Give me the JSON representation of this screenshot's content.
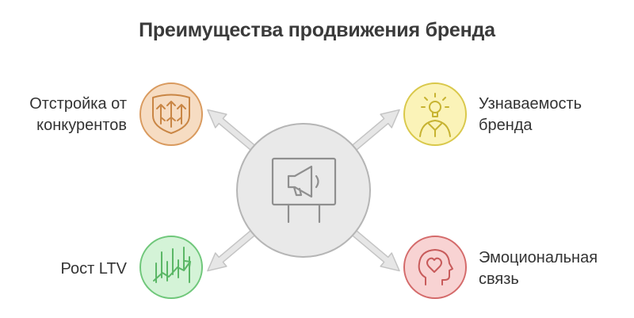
{
  "title": "Преимущества продвижения бренда",
  "center": {
    "icon": "presentation-megaphone-icon",
    "color": "#e9e9e9",
    "stroke": "#b5b5b5"
  },
  "items": [
    {
      "position": "top-left",
      "lines": [
        "Отстройка от",
        "конкурентов"
      ],
      "icon": "arrows-up-shield-icon",
      "color": "#f6dcc2",
      "stroke": "#d99a5e"
    },
    {
      "position": "top-right",
      "lines": [
        "Узнаваемость",
        "бренда"
      ],
      "icon": "lightbulb-person-icon",
      "color": "#fbf3b8",
      "stroke": "#d9c84a"
    },
    {
      "position": "bottom-left",
      "lines": [
        "Рост LTV"
      ],
      "icon": "growth-chart-icon",
      "color": "#d4f3d7",
      "stroke": "#6fc77a"
    },
    {
      "position": "bottom-right",
      "lines": [
        "Эмоциональная",
        "связь"
      ],
      "icon": "heart-head-icon",
      "color": "#f8d3d3",
      "stroke": "#d46a6a"
    }
  ]
}
